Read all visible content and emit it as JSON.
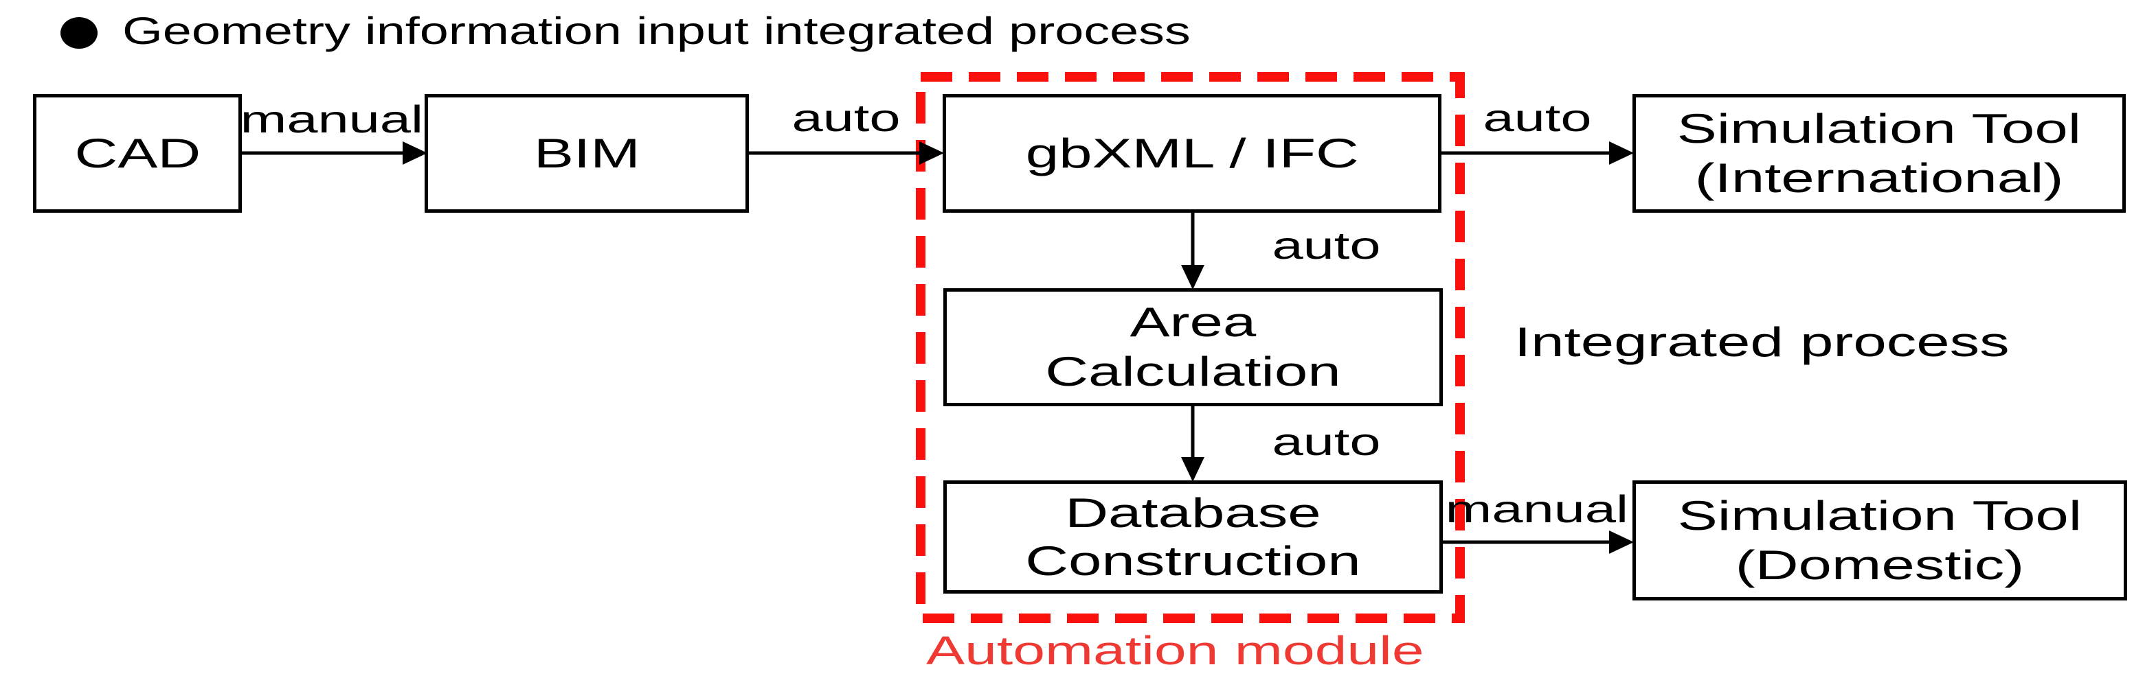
{
  "title": {
    "text": "Geometry information input integrated process"
  },
  "icons": {
    "bullet": "●"
  },
  "nodes": {
    "cad": {
      "label": "CAD"
    },
    "bim": {
      "label": "BIM"
    },
    "gbxml_ifc": {
      "label": "gbXML / IFC"
    },
    "area_calculation": {
      "line1": "Area",
      "line2": "Calculation"
    },
    "database_construction": {
      "line1": "Database",
      "line2": "Construction"
    },
    "simulation_tool_international": {
      "line1": "Simulation Tool",
      "line2": "(International)"
    },
    "simulation_tool_domestic": {
      "line1": "Simulation Tool",
      "line2": "(Domestic)"
    }
  },
  "edge_labels": {
    "cad_to_bim": "manual",
    "bim_to_gbxml": "auto",
    "gbxml_to_sim_international": "auto",
    "gbxml_to_area": "auto",
    "area_to_database": "auto",
    "database_to_sim_domestic": "manual"
  },
  "annotations": {
    "integrated_process": "Integrated process",
    "automation_module": "Automation module"
  },
  "colors": {
    "ink": "#000000",
    "automation_box_red": "#fa100c",
    "automation_label_red": "#ee3a33",
    "background": "#ffffff"
  }
}
